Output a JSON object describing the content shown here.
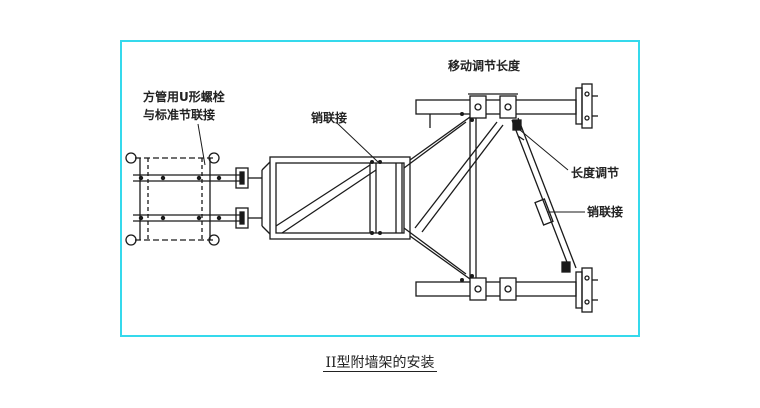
{
  "labels": {
    "u_bolt_line1": "方管用U形螺栓",
    "u_bolt_line2": "与标准节联接",
    "pin_connection_top": "销联接",
    "move_adjust_length": "移动调节长度",
    "length_adjust": "长度调节",
    "pin_connection_right": "销联接"
  },
  "caption": "II型附墙架的安装",
  "colors": {
    "frame_border": "#35d9ec",
    "line": "#1a1a1a"
  }
}
